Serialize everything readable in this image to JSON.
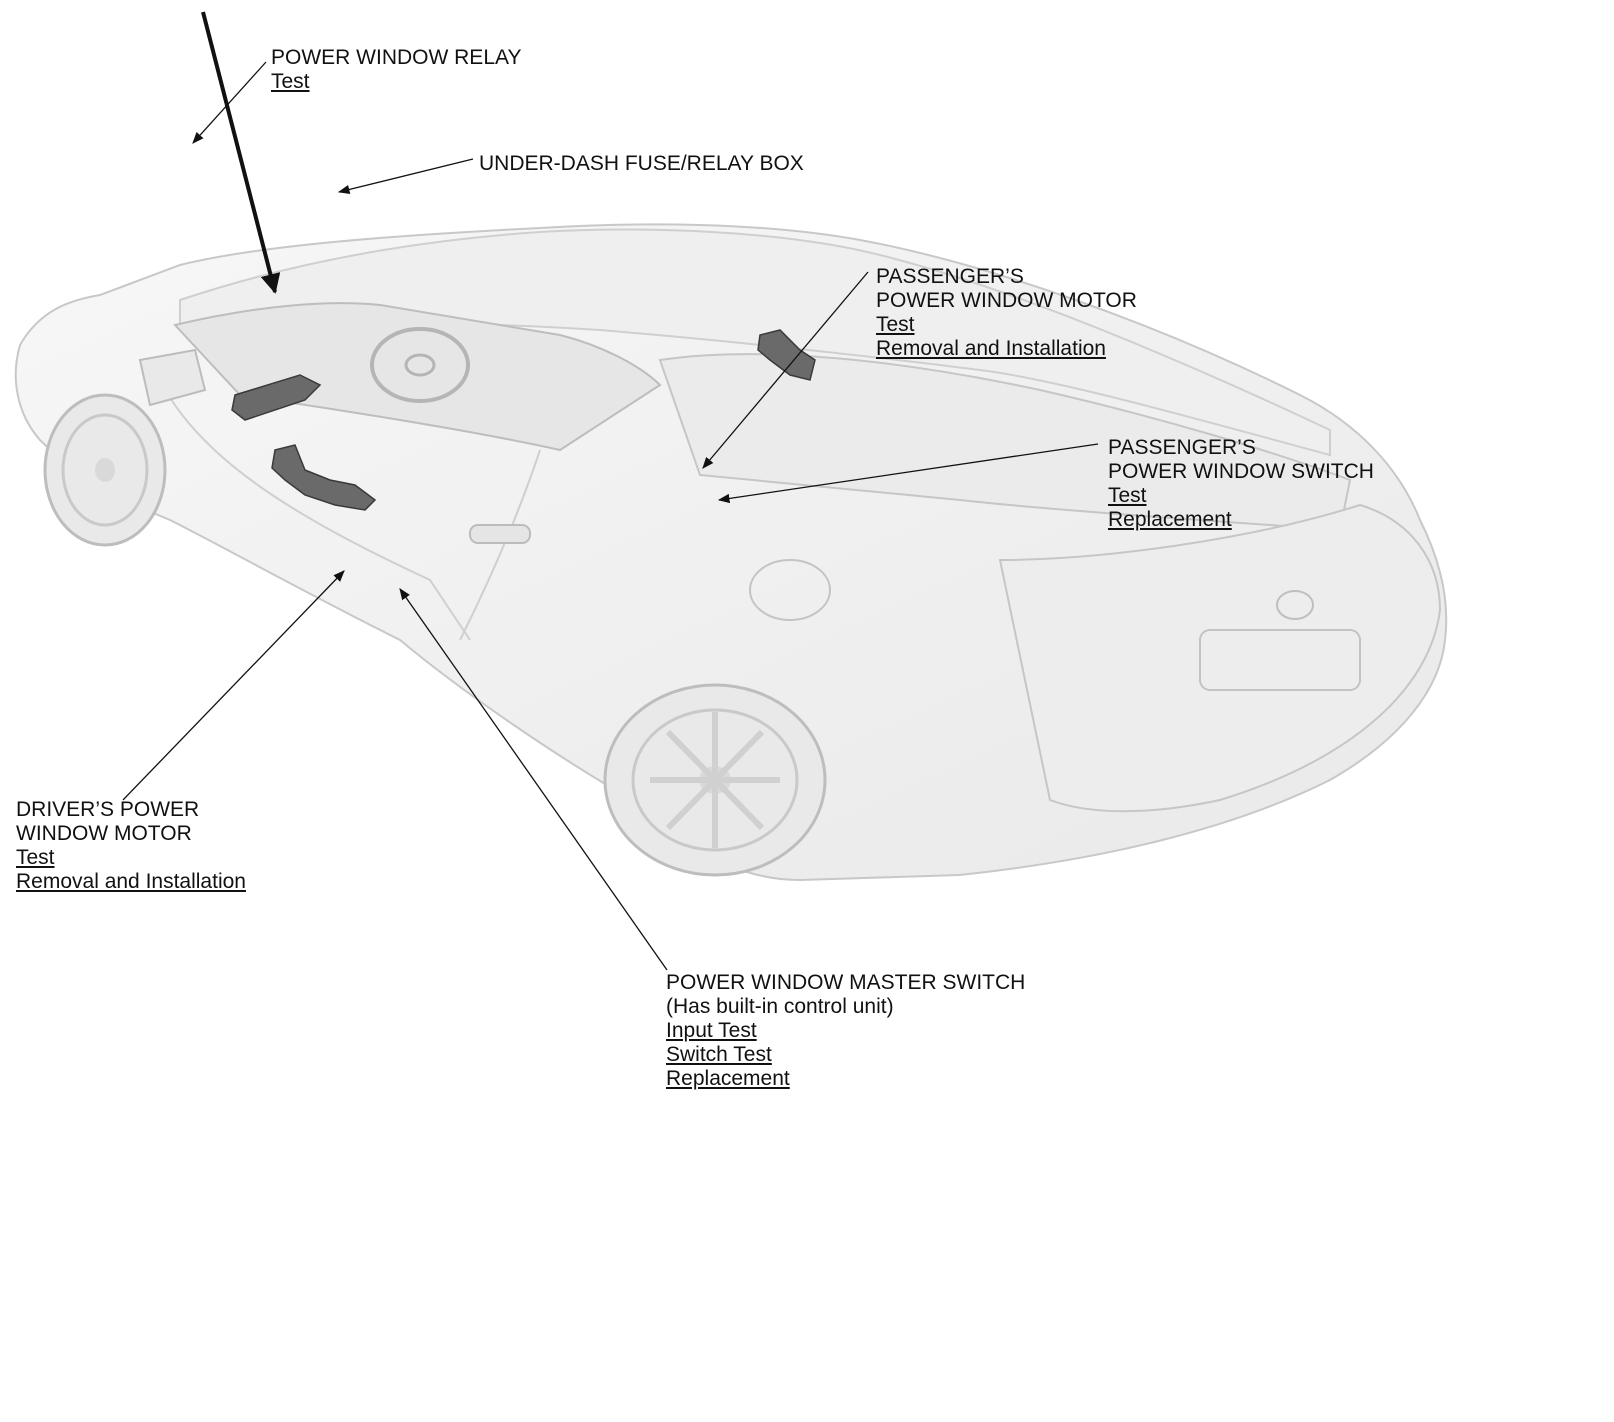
{
  "colors": {
    "background": "#ffffff",
    "car_body": "#f2f2f2",
    "car_outline": "#c8c8c8",
    "component": "#555555",
    "text": "#111111"
  },
  "callouts": {
    "relay": {
      "title": [
        "POWER WINDOW RELAY"
      ],
      "links": [
        "Test"
      ]
    },
    "fusebox": {
      "title": [
        "UNDER-DASH FUSE/RELAY BOX"
      ],
      "links": []
    },
    "passenger_motor": {
      "title": [
        "PASSENGER’S",
        "POWER WINDOW MOTOR"
      ],
      "links": [
        "Test",
        "Removal and Installation"
      ]
    },
    "passenger_switch": {
      "title": [
        "PASSENGER’S",
        "POWER WINDOW SWITCH"
      ],
      "links": [
        "Test",
        "Replacement"
      ]
    },
    "driver_motor": {
      "title": [
        "DRIVER’S POWER",
        "WINDOW MOTOR"
      ],
      "links": [
        "Test",
        "Removal and Installation"
      ]
    },
    "master_switch": {
      "title": [
        "POWER WINDOW MASTER SWITCH",
        "(Has built-in control unit)"
      ],
      "links": [
        "Input Test",
        "Switch Test",
        "Replacement"
      ]
    }
  }
}
